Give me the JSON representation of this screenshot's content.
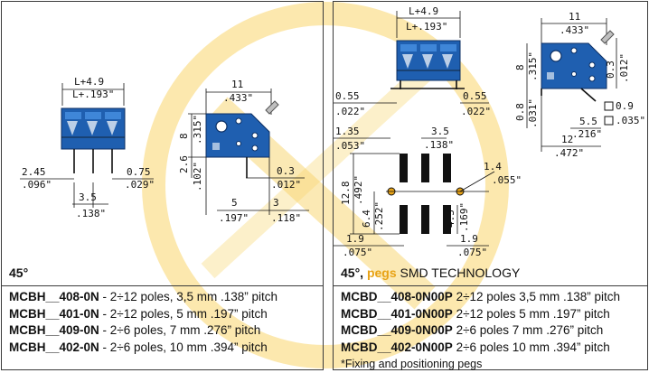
{
  "colors": {
    "accent": "#e8a317",
    "component": "#1f5fb0",
    "watermark": "#f9d56b"
  },
  "left": {
    "dims": {
      "total_mm": "L+4.9",
      "total_in": "L+.193\"",
      "pitch_mm": "3.5",
      "pitch_in": ".138\"",
      "lead_left_mm": "2.45",
      "lead_left_in": ".096\"",
      "lead_right_mm": "0.75",
      "lead_right_in": ".029\"",
      "width_mm": "11",
      "width_in": ".433\"",
      "height_mm": "8",
      "height_in": ".315\"",
      "pin_len_mm": "2.6",
      "pin_len_in": ".102\"",
      "pin_w_mm": "0.3",
      "pin_w_in": ".012\"",
      "pos5_mm": "5",
      "pos5_in": ".197\"",
      "pos3_mm": "3",
      "pos3_in": ".118\""
    },
    "heading": "45°",
    "rows": [
      {
        "code": "MCBH__408-0N",
        "desc": " - 2÷12 poles, 3,5 mm .138” pitch"
      },
      {
        "code": "MCBH__401-0N",
        "desc": " - 2÷12 poles, 5 mm .197” pitch"
      },
      {
        "code": "MCBH__409-0N",
        "desc": " - 2÷6 poles, 7 mm .276” pitch"
      },
      {
        "code": "MCBH__402-0N",
        "desc": " - 2÷6 poles, 10 mm .394” pitch"
      }
    ]
  },
  "right": {
    "dims": {
      "total_mm": "L+4.9",
      "total_in": "L+.193\"",
      "foot_l_mm": "0.55",
      "foot_l_in": ".022\"",
      "foot_r_mm": "0.55",
      "foot_r_in": ".022\"",
      "pad_l_mm": "1.35",
      "pad_l_in": ".053\"",
      "pitch_mm": "3.5",
      "pitch_in": ".138\"",
      "height_mm": "12.8",
      "height_in": ".492\"",
      "lower_mm": "6.4",
      "lower_in": ".252\"",
      "pad_h_mm": "4.3",
      "pad_h_in": ".169\"",
      "hole_mm": "1.4",
      "hole_in": ".055\"",
      "bot_l_mm": "1.9",
      "bot_l_in": ".075\"",
      "bot_r_mm": "1.9",
      "bot_r_in": ".075\"",
      "width_mm": "11",
      "width_in": ".433\"",
      "side_h_mm": "8",
      "side_h_in": ".315\"",
      "peg_mm": "0.8",
      "peg_in": ".031\"",
      "pin_w_mm": "0.3",
      "pin_w_in": ".012\"",
      "sq_mm": "0.9",
      "sq_in": ".035\"",
      "d55_mm": "5.5",
      "d55_in": ".216\"",
      "d12_mm": "12",
      "d12_in": ".472\""
    },
    "heading_a": "45°, ",
    "heading_pegs": "pegs",
    "heading_b": " SMD TECHNOLOGY",
    "rows": [
      {
        "code": "MCBD__408-0N00P",
        "desc": " 2÷12 poles 3,5 mm .138” pitch"
      },
      {
        "code": "MCBD__401-0N00P",
        "desc": " 2÷12 poles 5 mm .197” pitch"
      },
      {
        "code": "MCBD__409-0N00P",
        "desc": " 2÷6 poles 7 mm .276” pitch"
      },
      {
        "code": "MCBD__402-0N00P",
        "desc": " 2÷6 poles 10 mm .394” pitch"
      }
    ],
    "note": "*Fixing and positioning pegs"
  }
}
